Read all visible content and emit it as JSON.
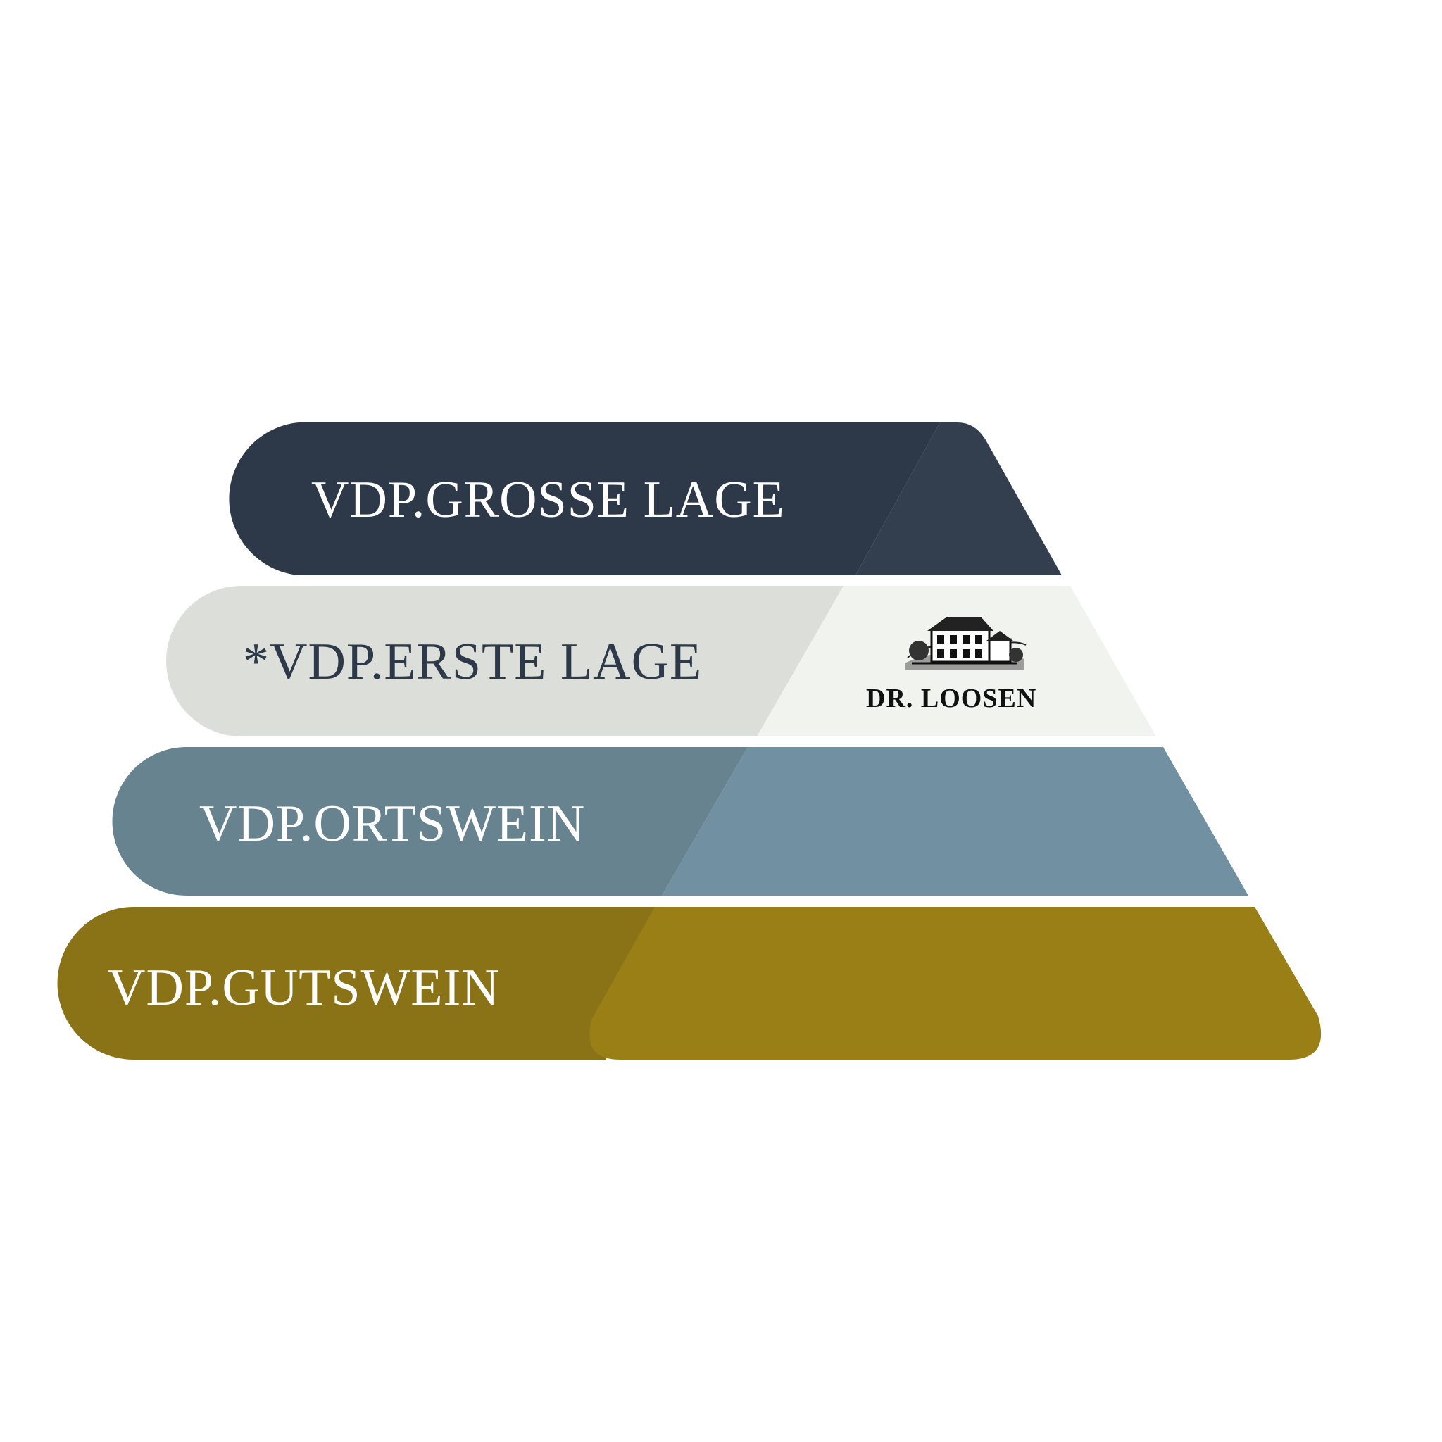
{
  "tiers": [
    {
      "label": "VDP.GROSSE LAGE",
      "color_left": "#2d3848",
      "color_right": "#333f4f",
      "text_color": "#ffffff"
    },
    {
      "label": "*VDP.ERSTE LAGE",
      "color_left": "#dcdfd9",
      "color_right": "#f1f3ee",
      "text_color": "#2d3848"
    },
    {
      "label": "VDP.ORTSWEIN",
      "color_left": "#66838f",
      "color_right": "#7190a1",
      "text_color": "#ffffff"
    },
    {
      "label": "VDP.GUTSWEIN",
      "color_left": "#8a7316",
      "color_right": "#9a7f17",
      "text_color": "#ffffff"
    }
  ],
  "logo": {
    "text": "DR. LOOSEN",
    "icon": "estate-house-icon"
  }
}
